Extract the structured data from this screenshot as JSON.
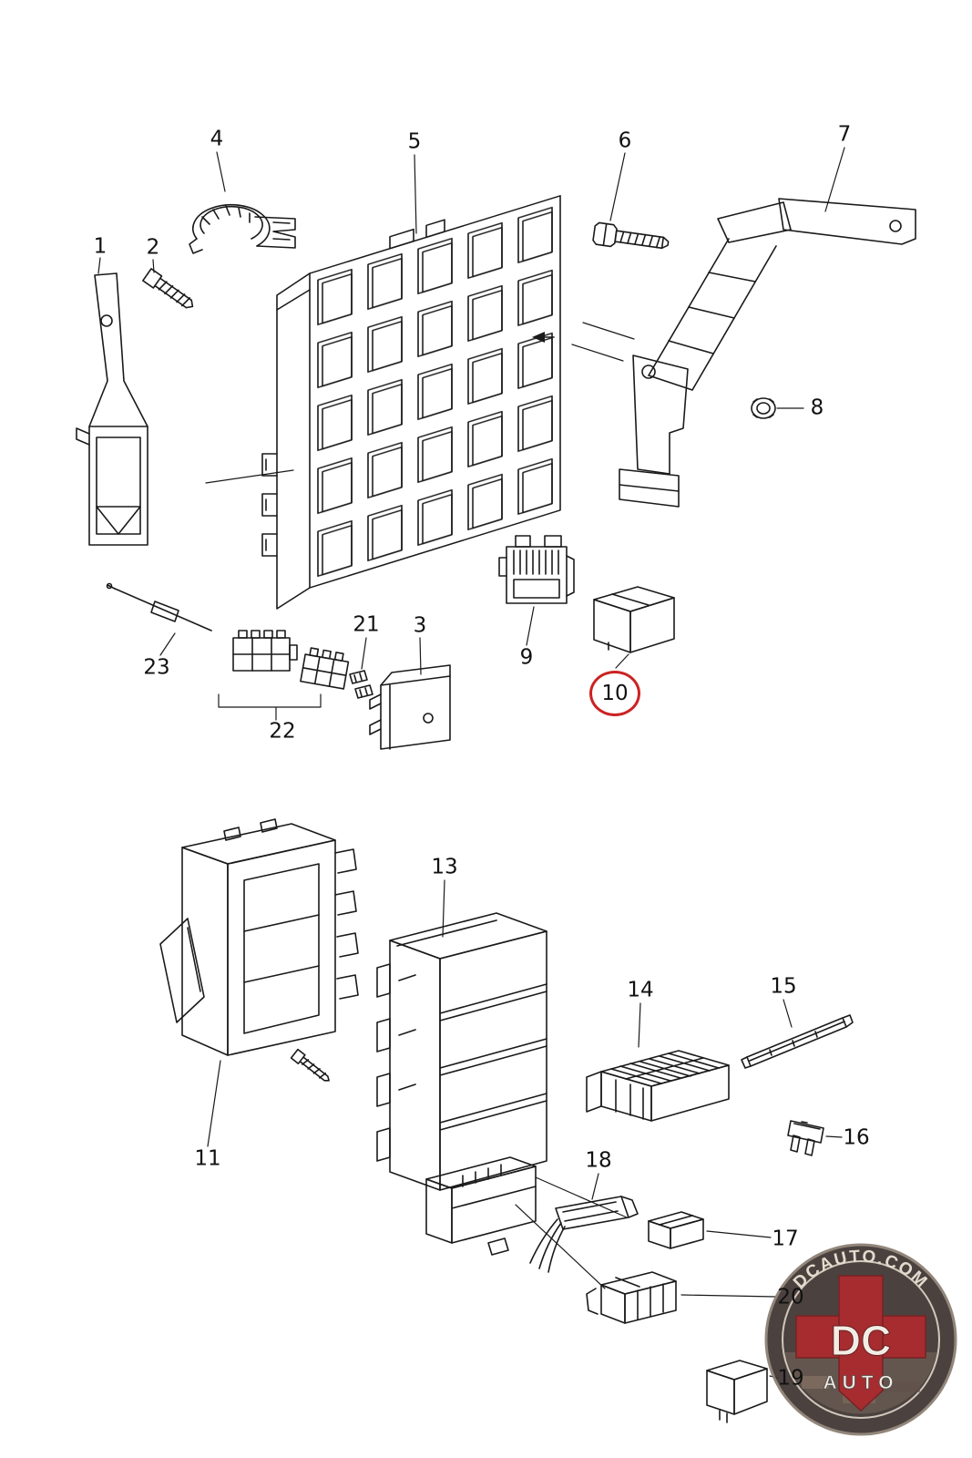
{
  "diagram": {
    "background_color": "#ffffff",
    "line_color": "#1a1a1a",
    "highlight_color": "#cc2222",
    "highlighted_part": "10"
  },
  "part_labels": {
    "1": "1",
    "2": "2",
    "3": "3",
    "4": "4",
    "5": "5",
    "6": "6",
    "7": "7",
    "8": "8",
    "9": "9",
    "10": "10",
    "11": "11",
    "13": "13",
    "14": "14",
    "15": "15",
    "16": "16",
    "17": "17",
    "18": "18",
    "19": "19",
    "20": "20",
    "21": "21",
    "22": "22",
    "23": "23"
  },
  "watermark": {
    "site": "DCAUTO.COM",
    "dc": "DC",
    "auto": "AUTO"
  }
}
